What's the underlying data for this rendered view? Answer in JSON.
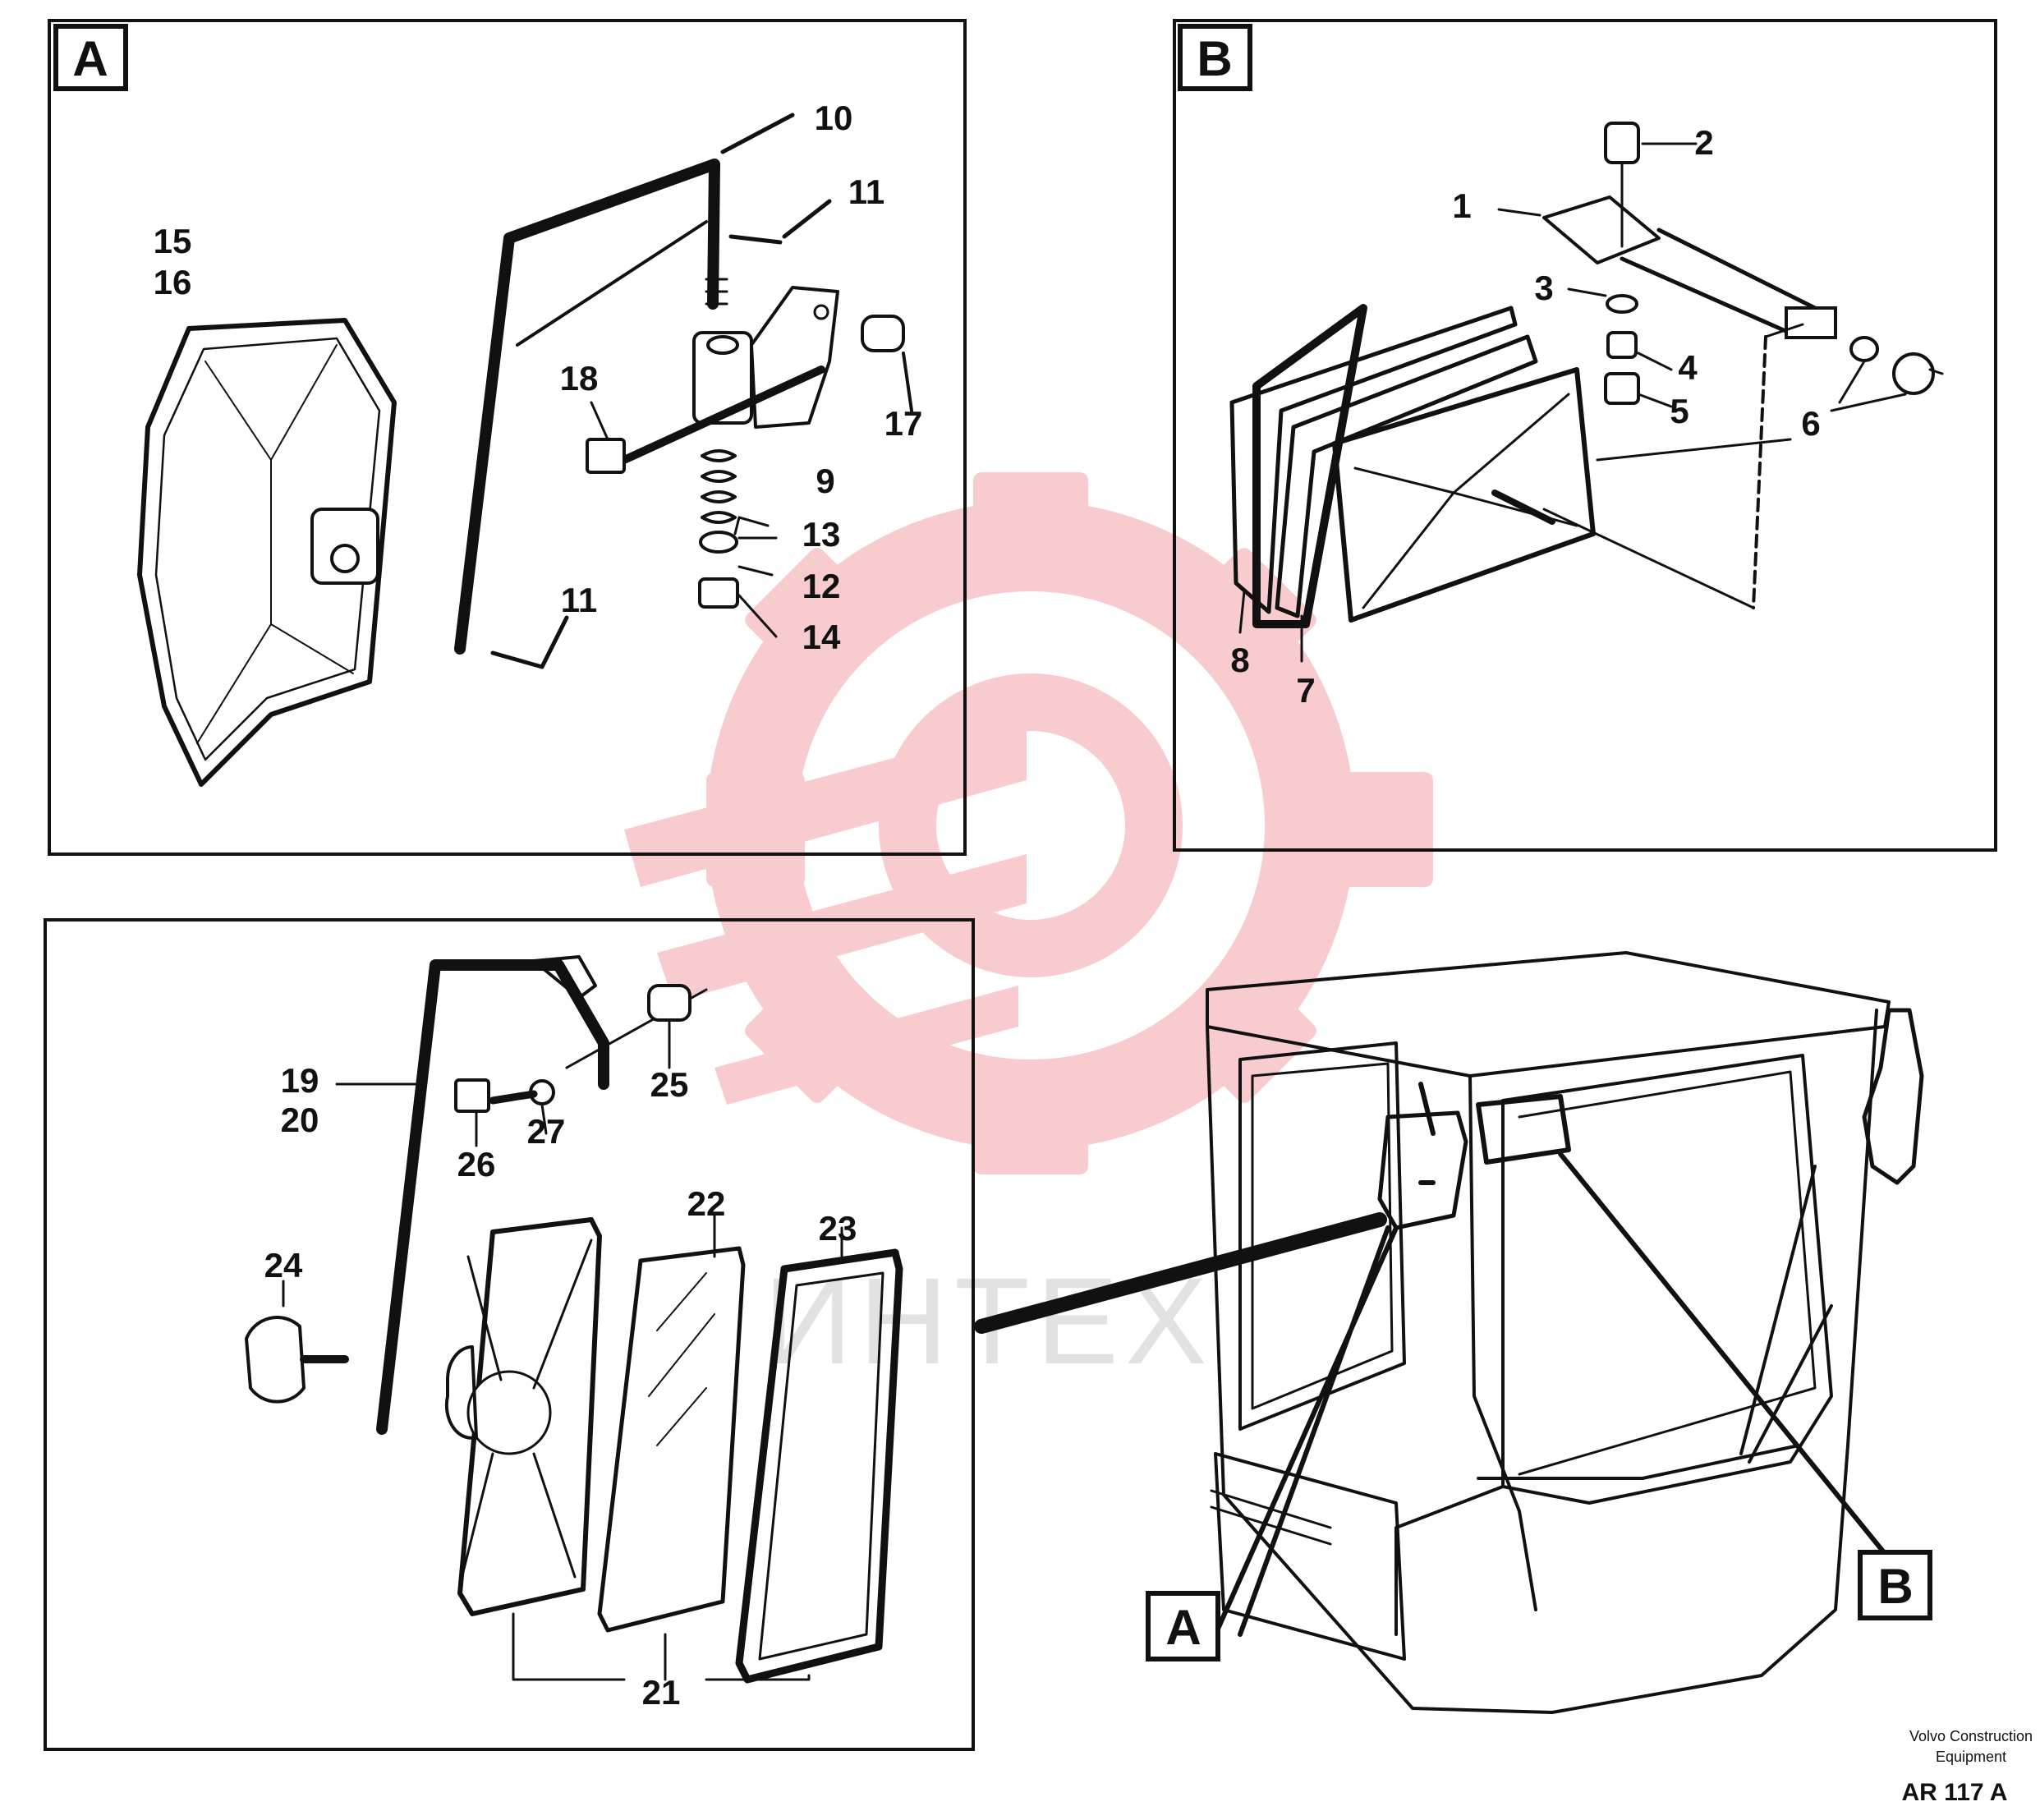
{
  "panels": {
    "a": {
      "tag": "A",
      "labels": [
        "15",
        "16",
        "10",
        "11",
        "18",
        "9",
        "17",
        "13",
        "12",
        "14",
        "11"
      ]
    },
    "b": {
      "tag": "B",
      "labels": [
        "2",
        "1",
        "3",
        "4",
        "5",
        "6",
        "8",
        "7"
      ]
    },
    "c": {
      "labels": [
        "19",
        "20",
        "25",
        "27",
        "26",
        "24",
        "22",
        "23",
        "21"
      ]
    },
    "cab": {
      "tag_a": "A",
      "tag_b": "B"
    }
  },
  "watermark": {
    "text": "ИНТЕХ",
    "gear_color": "#f4a4a8"
  },
  "footer": {
    "maker_line1": "Volvo Construction",
    "maker_line2": "Equipment",
    "code": "AR 117 A"
  }
}
